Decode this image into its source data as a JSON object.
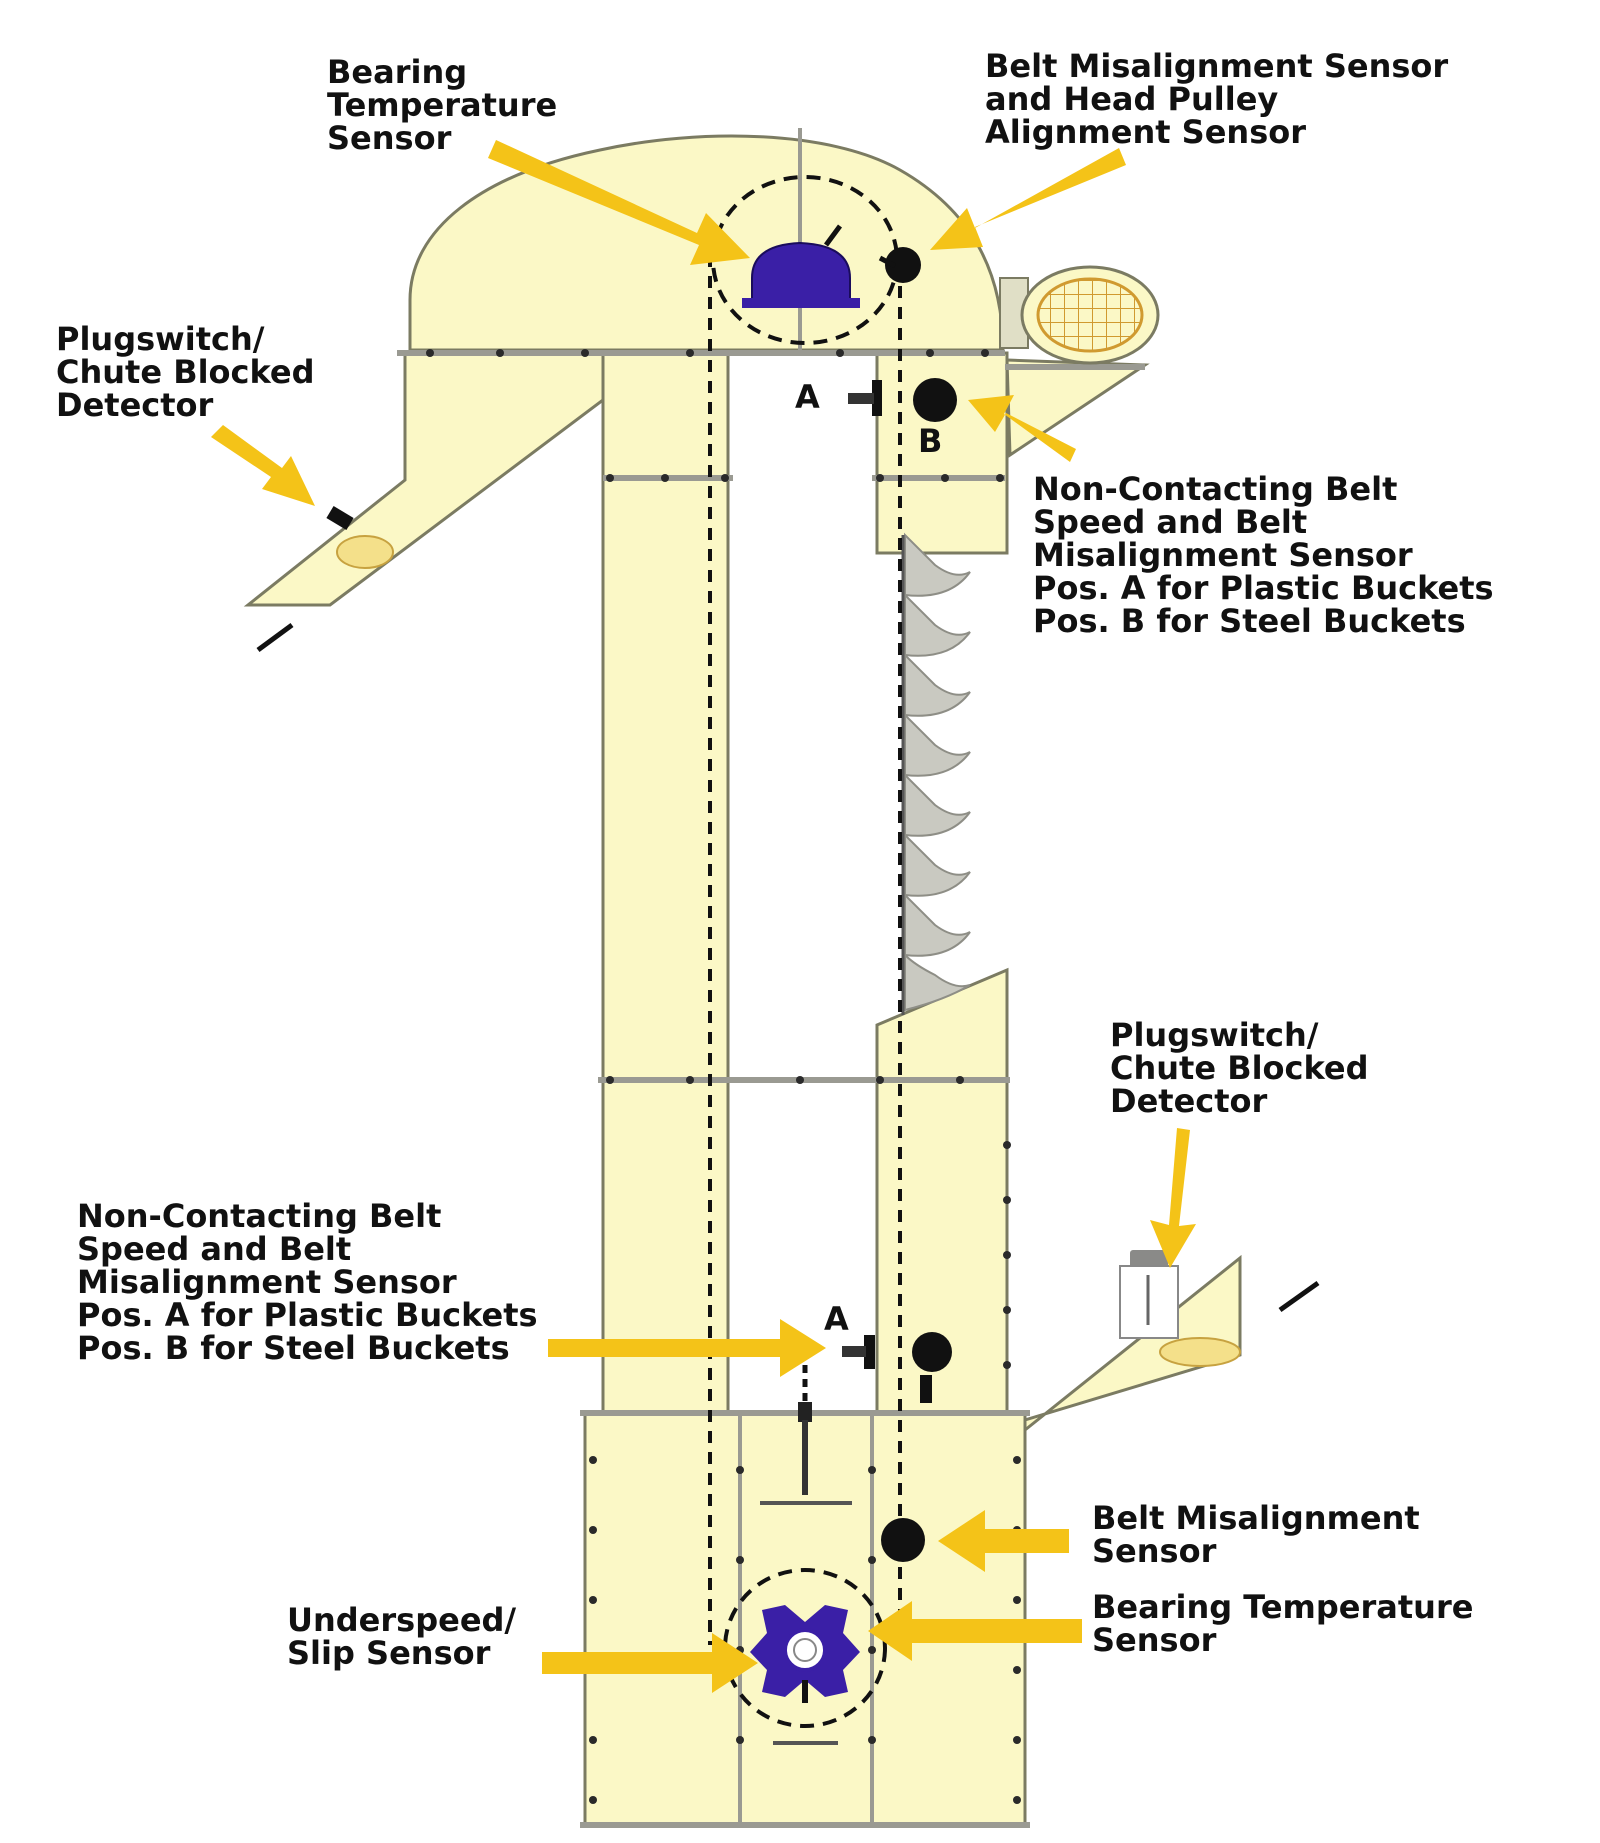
{
  "labels": {
    "top_bearing": [
      "Bearing",
      "Temperature",
      "Sensor"
    ],
    "head_misalign": [
      "Belt Misalignment Sensor",
      "and Head Pulley",
      "Alignment Sensor"
    ],
    "plug_top": [
      "Plugswitch/",
      "Chute Blocked",
      "Detector"
    ],
    "upper_speed": [
      "Non-Contacting Belt",
      "Speed and Belt",
      "Misalignment Sensor",
      "Pos. A for Plastic Buckets",
      "Pos. B for Steel Buckets"
    ],
    "plug_bottom": [
      "Plugswitch/",
      "Chute Blocked",
      "Detector"
    ],
    "lower_speed": [
      "Non-Contacting Belt",
      "Speed and Belt",
      "Misalignment Sensor",
      "Pos. A for Plastic Buckets",
      "Pos. B for Steel Buckets"
    ],
    "boot_misalign": [
      "Belt Misalignment",
      "Sensor"
    ],
    "boot_bearing": [
      "Bearing Temperature",
      "Sensor"
    ],
    "underspeed": [
      "Underspeed/",
      "Slip Sensor"
    ]
  },
  "markers": {
    "upper_a": "A",
    "upper_b": "B",
    "lower_a": "A"
  },
  "colors": {
    "body": "#FBF8C6",
    "outline": "#7B7B62",
    "arrow": "#F4C318",
    "sensor": "#3A1FA6",
    "bucket": "#C9C9C1",
    "text": "#111111"
  },
  "icons": [
    "bearing-temperature-sensor-icon",
    "misalignment-sensor-icon",
    "underspeed-sensor-icon",
    "plugswitch-icon",
    "motor-guard-icon"
  ]
}
